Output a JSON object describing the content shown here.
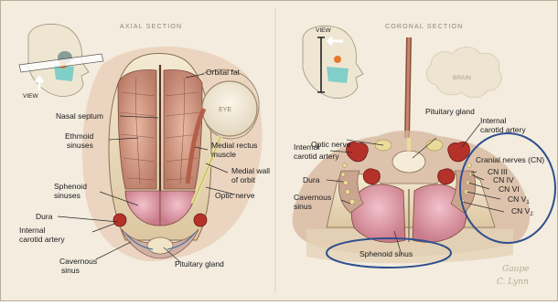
{
  "panels": {
    "axial": {
      "title": "AXIAL SECTION",
      "view_label": "VIEW",
      "eye_label": "EYE",
      "labels": {
        "orbital_fat": "Orbital fat",
        "nasal_septum": "Nasal septum",
        "ethmoid": [
          "Ethmoid",
          "sinuses"
        ],
        "medial_rectus": [
          "Medial rectus",
          "muscle"
        ],
        "medial_wall": [
          "Medial wall",
          "of orbit"
        ],
        "sphenoid": [
          "Sphenoid",
          "sinuses"
        ],
        "optic_nerve": "Optic nerve",
        "dura": "Dura",
        "internal_carotid": [
          "Internal",
          "carotid artery"
        ],
        "cavernous": [
          "Cavernous",
          "sinus"
        ],
        "pituitary": "Pituitary gland"
      }
    },
    "coronal": {
      "title": "CORONAL SECTION",
      "view_label": "VIEW",
      "brain_label": "BRAIN",
      "labels": {
        "optic_nerve": "Optic nerve",
        "pituitary": "Pituitary gland",
        "internal_carotid_right": [
          "Internal",
          "carotid artery"
        ],
        "internal_carotid_left": [
          "Internal",
          "carotid artery"
        ],
        "dura": "Dura",
        "cavernous": [
          "Cavernous",
          "sinus"
        ],
        "cranial_nerves": "Cranial nerves (CN)",
        "cn3": "CN III",
        "cn4": "CN IV",
        "cn6": "CN VI",
        "cnv1": {
          "base": "CN V",
          "sub": "1"
        },
        "cnv2": {
          "base": "CN V",
          "sub": "2"
        },
        "sphenoid_sinus": "Sphenoid sinus"
      }
    }
  },
  "signature": [
    "Gaupe",
    "C. Lynn"
  ],
  "colors": {
    "background": "#f3ecdf",
    "tissue": "#d9a58e",
    "sinus": "#e7a9b4",
    "bone": "#efe2c4",
    "artery": "#b5322b",
    "nerve": "#e9dc9a",
    "highlight": "#2f4f8f"
  }
}
